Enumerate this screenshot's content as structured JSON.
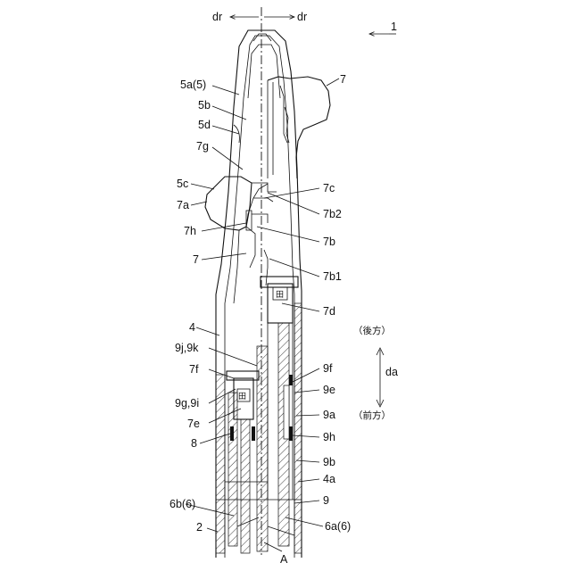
{
  "labels": {
    "dr_left": "dr",
    "dr_right": "dr",
    "ref_1": "1",
    "ref_7_top": "7",
    "l_5a5": "5a(5)",
    "l_5b": "5b",
    "l_5d": "5d",
    "l_7g": "7g",
    "l_5c": "5c",
    "l_7a": "7a",
    "l_7c": "7c",
    "l_7b2": "7b2",
    "l_7h": "7h",
    "l_7b": "7b",
    "l_7_left": "7",
    "l_7b1": "7b1",
    "l_7d": "7d",
    "l_4": "4",
    "l_9j9k": "9j,9k",
    "l_7f": "7f",
    "l_9g9i": "9g,9i",
    "l_7e": "7e",
    "l_8": "8",
    "l_9f": "9f",
    "l_9e": "9e",
    "l_9a": "9a",
    "l_9h": "9h",
    "l_9b": "9b",
    "l_4a": "4a",
    "l_9": "9",
    "l_6b6": "6b(6)",
    "l_2": "2",
    "l_6a6": "6a(6)",
    "l_A": "A",
    "dir_back": "（後方）",
    "dir_front": "（前方）",
    "da": "da"
  }
}
